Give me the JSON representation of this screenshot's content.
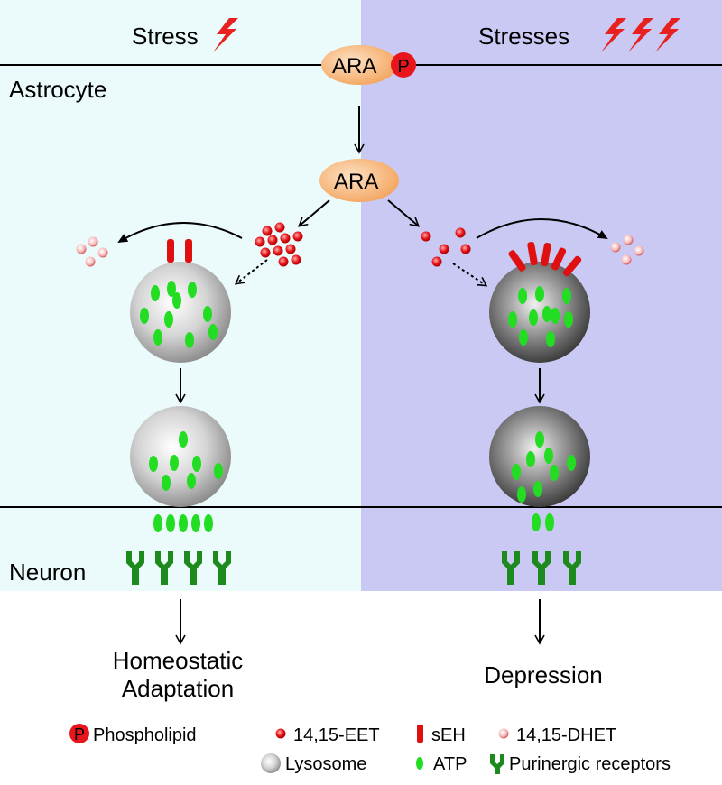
{
  "labels": {
    "stress": "Stress",
    "stresses": "Stresses",
    "astrocyte": "Astrocyte",
    "neuron": "Neuron",
    "ara_top": "ARA",
    "phospho_letter": "P",
    "ara_mid": "ARA",
    "outcome_left_line1": "Homeostatic",
    "outcome_left_line2": "Adaptation",
    "outcome_right": "Depression"
  },
  "legend": {
    "phospholipid": "Phospholipid",
    "phospho_letter": "P",
    "eet": "14,15-EET",
    "seh": "sEH",
    "dhet": "14,15-DHET",
    "lysosome": "Lysosome",
    "atp": "ATP",
    "receptors": "Purinergic receptors"
  },
  "colors": {
    "left_panel": "#ebfafb",
    "right_panel": "#c9c9f3",
    "ara_oval": "#f6b070",
    "eet_red": "#e8161c",
    "dhet_pink": "#f4a6a6",
    "seh_red": "#e01010",
    "atp_green": "#22dd22",
    "receptor_green": "#1d8a1d",
    "lightning_red": "#e82020"
  }
}
